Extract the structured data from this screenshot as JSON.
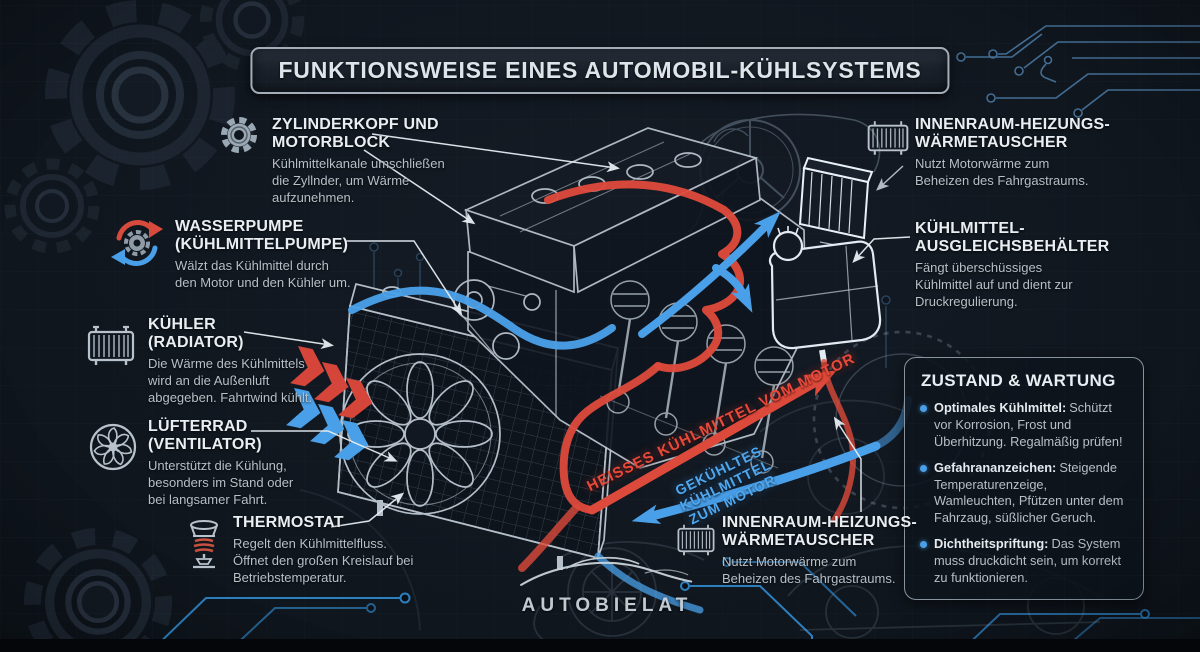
{
  "title": "FUNKTIONSWEISE EINES AUTOMOBIL-KÜHLSYSTEMS",
  "brand": {
    "name": "AUTOBIELAT",
    "mark": "car-swoosh-logo"
  },
  "colors": {
    "background": "#0e141b",
    "accent_red": "#dd4a3b",
    "accent_blue": "#4aa0e8",
    "circuit_blue": "#2f86c8",
    "sketch_white": "#c3ced8",
    "text_heading": "#e9eef2",
    "text_body": "#b7bfc7"
  },
  "labels": {
    "left": [
      {
        "icon": "gear-icon",
        "heading": "ZYLINDERKOPF UND\nMOTORBLOCK",
        "body": "Kühlmittelkanale umschließen\ndie Zyllnder, um Wärme\naufzunehmen."
      },
      {
        "icon": "pump-icon",
        "heading": "WASSERPUMPE\n(KÜHLMITTELPUMPE)",
        "body": "Wälzt das Kühlmittel durch\nden Motor und den Kühler um."
      },
      {
        "icon": "radiator-icon",
        "heading": "KÜHLER\n(RADIATOR)",
        "body": "Die Wärme des Kühlmittels\nwird an die Außenluft\nabgegeben. Fahrtwind kühlt."
      },
      {
        "icon": "fan-icon",
        "heading": "LÜFTERRAD\n(VENTILATOR)",
        "body": "Unterstützt die Kühlung,\nbesonders im Stand oder\nbei langsamer Fahrt."
      },
      {
        "icon": "thermostat-icon",
        "heading": "THERMOSTAT",
        "body": "Regelt den Kühlmittelfluss.\nÖffnet den großen Kreislauf bei\nBetriebstemperatur."
      }
    ],
    "right": [
      {
        "icon": "heater-core-icon",
        "heading": "INNENRAUM-HEIZUNGS-\nWÄRMETAUSCHER",
        "body": "Nutzt Motorwärme zum\nBeheizen des Fahrgastraums."
      },
      {
        "icon": "none",
        "heading": "KÜHLMITTEL-\nAUSGLEICHSBEHÄLTER",
        "body": "Fängt überschüssiges\nKühlmittel auf und dient zur\nDruckregulierung."
      }
    ],
    "bottom": {
      "icon": "heater-core-icon",
      "heading": "INNENRAUM-HEIZUNGS-\nWÄRMETAUSCHER",
      "body": "Nutzt Motorwärme zum\nBeheizen des Fahrgastraums."
    }
  },
  "maintenance": {
    "title": "ZUSTAND & WARTUNG",
    "items": [
      {
        "term": "Optimales Kühlmittel:",
        "text": "Schützt vor Korrosion, Frost und Überhitzung. Regalmäßig prüfen!"
      },
      {
        "term": "Gefahrananzeichen:",
        "text": "Steigende Temperaturenzeige, Wamleuchten, Pfützen unter dem Fahrzaug, süßlicher Geruch."
      },
      {
        "term": "Dichtheitspriftung:",
        "text": "Das System muss druckdicht sein, um korrekt zu funktionieren."
      }
    ]
  },
  "flow": {
    "hot_label": "HEISSES KÜHLMITTEL VOM MOTOR",
    "cold_label": "GEKÜHLTES KÜHLMITTEL\nZUM MOTOR"
  }
}
